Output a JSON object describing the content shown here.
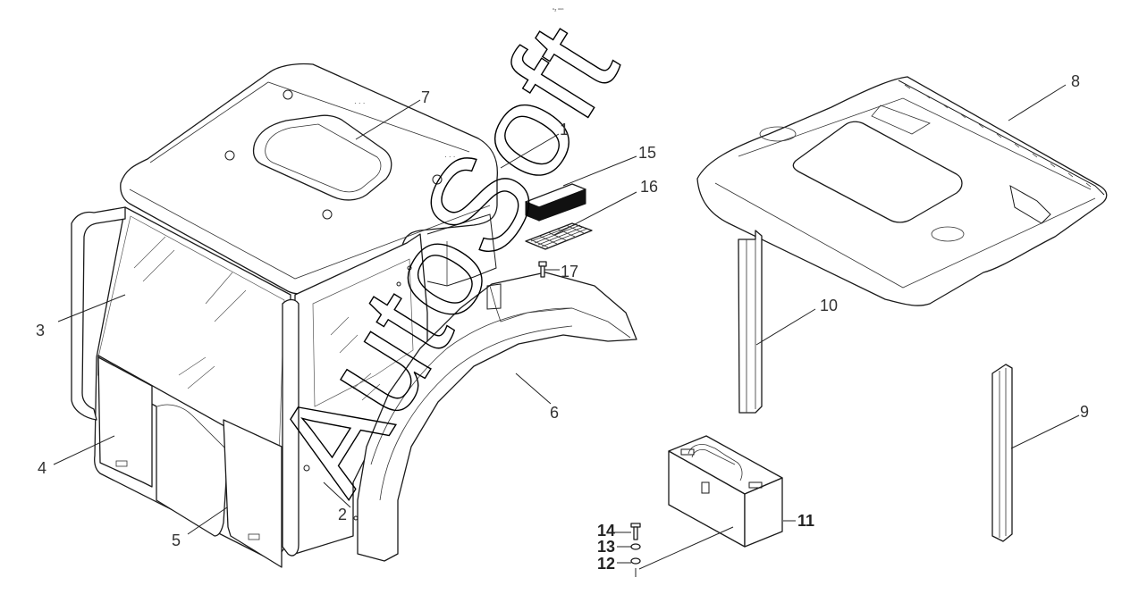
{
  "header_mark": "▫₂ ▫▫▫",
  "watermark": "AutoSoft",
  "callouts": {
    "c1": "1",
    "c2": "2",
    "c3": "3",
    "c4": "4",
    "c5": "5",
    "c6": "6",
    "c7": "7",
    "c8": "8",
    "c9": "9",
    "c10": "10",
    "c11": "11",
    "c12": "12",
    "c13": "13",
    "c14": "14",
    "c15": "15",
    "c16": "16",
    "c17": "17"
  }
}
